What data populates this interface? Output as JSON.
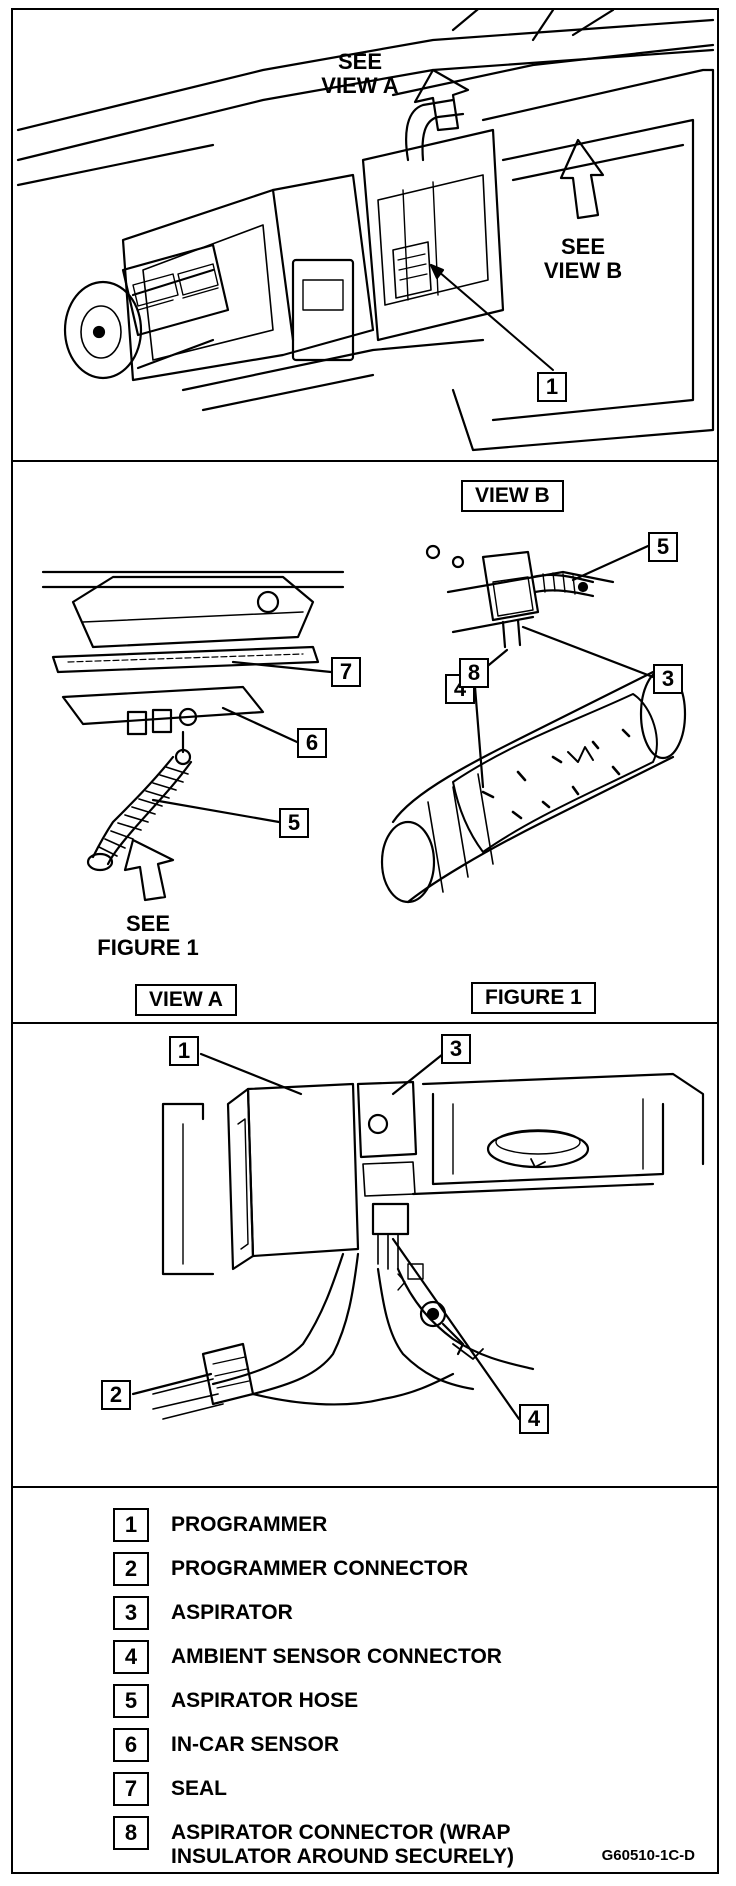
{
  "top_view": {
    "see_view_a": "SEE\nVIEW A",
    "see_view_b": "SEE\nVIEW B",
    "callout": "1"
  },
  "middle_view": {
    "view_b_title": "VIEW B",
    "view_a_title": "VIEW A",
    "figure_1_title": "FIGURE 1",
    "see_figure_1": "SEE\nFIGURE 1",
    "callouts": {
      "c7": "7",
      "c6": "6",
      "c5a": "5",
      "c5b": "5",
      "c4": "4",
      "c3": "3",
      "c8": "8"
    }
  },
  "bottom_view": {
    "callouts": {
      "c1": "1",
      "c3": "3",
      "c2": "2",
      "c4": "4"
    }
  },
  "legend": [
    {
      "num": "1",
      "text": "PROGRAMMER"
    },
    {
      "num": "2",
      "text": "PROGRAMMER CONNECTOR"
    },
    {
      "num": "3",
      "text": "ASPIRATOR"
    },
    {
      "num": "4",
      "text": "AMBIENT SENSOR CONNECTOR"
    },
    {
      "num": "5",
      "text": "ASPIRATOR HOSE"
    },
    {
      "num": "6",
      "text": "IN-CAR SENSOR"
    },
    {
      "num": "7",
      "text": "SEAL"
    },
    {
      "num": "8",
      "text": "ASPIRATOR CONNECTOR (WRAP\nINSULATOR AROUND SECURELY)"
    }
  ],
  "figure_id": "G60510-1C-D"
}
